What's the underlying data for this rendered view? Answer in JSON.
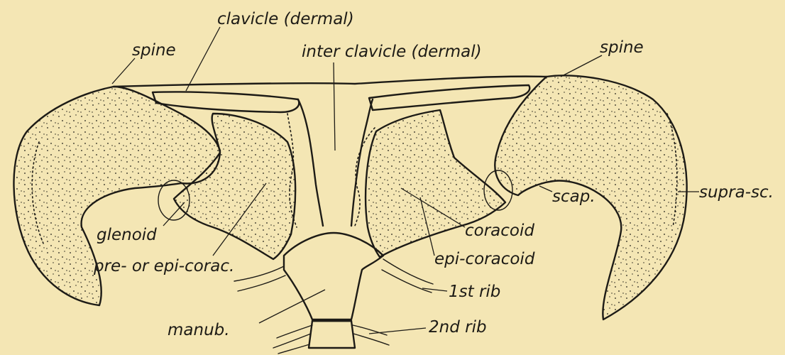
{
  "labels": {
    "clavicle": "clavicle (dermal)",
    "spine_left": "spine",
    "interclavicle": "inter clavicle (dermal)",
    "spine_right": "spine",
    "supra_sc": "supra-sc.",
    "scap": "scap.",
    "glenoid": "glenoid",
    "coracoid": "coracoid",
    "pre_epi_corac": "pre- or epi-corac.",
    "epi_coracoid": "epi-coracoid",
    "rib1": "1st rib",
    "manub": "manub.",
    "rib2": "2nd rib"
  },
  "colors": {
    "paper": "#f4e6b4",
    "ink": "#1d1b16"
  }
}
